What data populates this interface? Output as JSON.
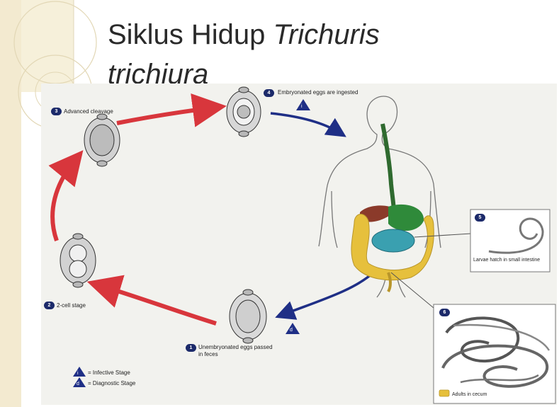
{
  "slide": {
    "title_line1": "Siklus Hidup ",
    "title_line1_italic": "Trichuris",
    "title_line2": "trichiura"
  },
  "diagram": {
    "stages": [
      {
        "number": "1",
        "label": "Unembryonated eggs passed in feces"
      },
      {
        "number": "2",
        "label": "2-cell stage"
      },
      {
        "number": "3",
        "label": "Advanced cleavage"
      },
      {
        "number": "4",
        "label": "Embryonated eggs are ingested"
      },
      {
        "number": "5",
        "label": "Larvae hatch in small intestine"
      },
      {
        "number": "6",
        "label": "Adults in cecum"
      }
    ],
    "marker_i": "i",
    "marker_d": "d",
    "legend": {
      "infective": "= Infective Stage",
      "diagnostic": "= Diagnostic Stage"
    }
  },
  "colors": {
    "arrow_red": "#d8363c",
    "arrow_blue": "#1f2f86",
    "badge": "#1c2a6a",
    "panel_bg": "#f2f2ee",
    "deco_tan": "#f3ead0"
  }
}
